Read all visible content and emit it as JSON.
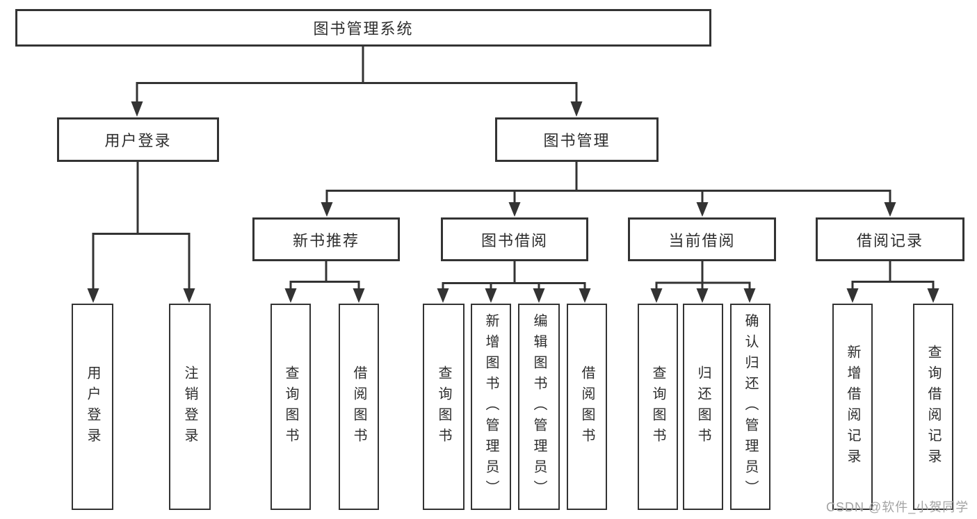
{
  "diagram": {
    "root": {
      "label": "图书管理系统",
      "children": [
        {
          "label": "用户登录",
          "children": [
            {
              "label": "用户登录"
            },
            {
              "label": "注销登录"
            }
          ]
        },
        {
          "label": "图书管理",
          "children": [
            {
              "label": "新书推荐",
              "children": [
                {
                  "label": "查询图书"
                },
                {
                  "label": "借阅图书"
                }
              ]
            },
            {
              "label": "图书借阅",
              "children": [
                {
                  "label": "查询图书"
                },
                {
                  "label": "新增图书（管理员）"
                },
                {
                  "label": "编辑图书（管理员）"
                },
                {
                  "label": "借阅图书"
                }
              ]
            },
            {
              "label": "当前借阅",
              "children": [
                {
                  "label": "查询图书"
                },
                {
                  "label": "归还图书"
                },
                {
                  "label": "确认归还（管理员）"
                }
              ]
            },
            {
              "label": "借阅记录",
              "children": [
                {
                  "label": "新增借阅记录"
                },
                {
                  "label": "查询借阅记录"
                }
              ]
            }
          ]
        }
      ]
    }
  },
  "watermark": {
    "text": "CSDN @软件_小贺同学"
  },
  "colors": {
    "line": "#333333",
    "text": "#2d2d2d",
    "background": "#ffffff",
    "watermark": "#a3a3a3"
  }
}
